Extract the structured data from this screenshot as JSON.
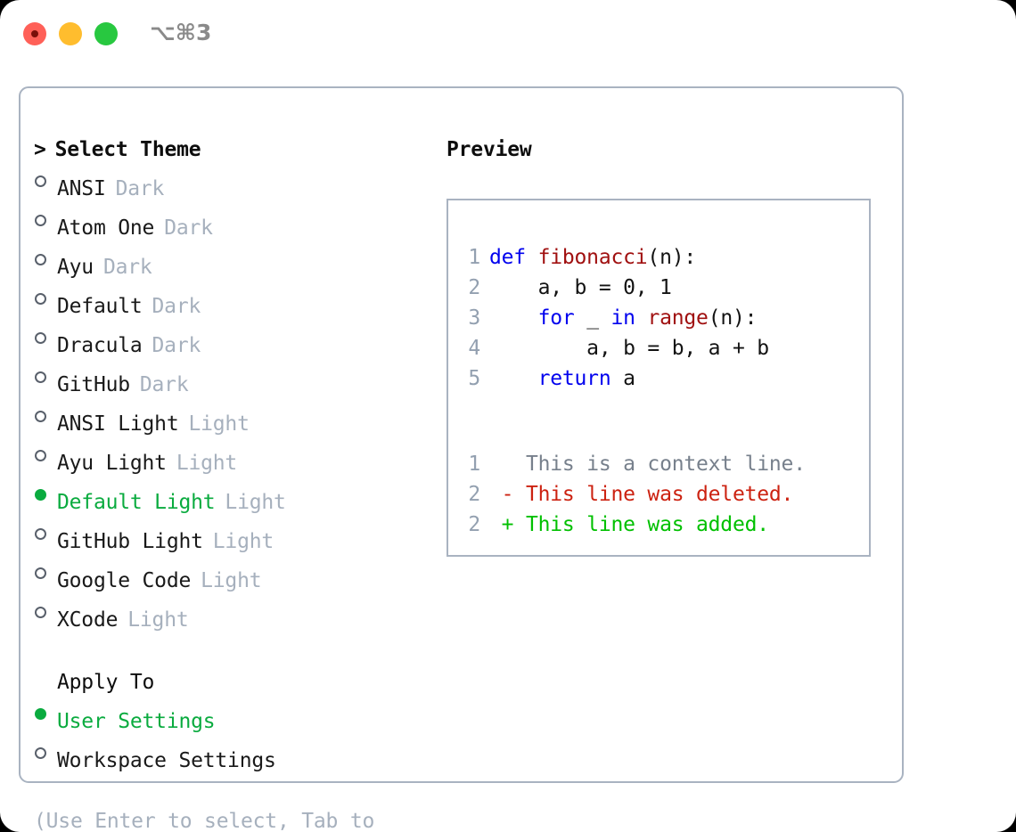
{
  "window": {
    "shortcut": "⌥⌘3",
    "traffic_lights": [
      {
        "name": "close",
        "color": "#ff6058"
      },
      {
        "name": "minimize",
        "color": "#ffbd2e"
      },
      {
        "name": "maximize",
        "color": "#28c840"
      }
    ]
  },
  "theme_picker": {
    "header": "Select Theme",
    "caret": ">",
    "items": [
      {
        "name": "ANSI",
        "tag": "Dark",
        "selected": false
      },
      {
        "name": "Atom One",
        "tag": "Dark",
        "selected": false
      },
      {
        "name": "Ayu",
        "tag": "Dark",
        "selected": false
      },
      {
        "name": "Default",
        "tag": "Dark",
        "selected": false
      },
      {
        "name": "Dracula",
        "tag": "Dark",
        "selected": false
      },
      {
        "name": "GitHub",
        "tag": "Dark",
        "selected": false
      },
      {
        "name": "ANSI Light",
        "tag": "Light",
        "selected": false
      },
      {
        "name": "Ayu Light",
        "tag": "Light",
        "selected": false
      },
      {
        "name": "Default Light",
        "tag": "Light",
        "selected": true
      },
      {
        "name": "GitHub Light",
        "tag": "Light",
        "selected": false
      },
      {
        "name": "Google Code",
        "tag": "Light",
        "selected": false
      },
      {
        "name": "XCode",
        "tag": "Light",
        "selected": false
      }
    ]
  },
  "apply_to": {
    "label": "Apply To",
    "options": [
      {
        "name": "User Settings",
        "selected": true
      },
      {
        "name": "Workspace Settings",
        "selected": false
      }
    ]
  },
  "hint": "(Use Enter to select, Tab to change focus)",
  "preview": {
    "title": "Preview",
    "code_lines": [
      {
        "no": "1",
        "tokens": [
          {
            "t": "def ",
            "c": "kw"
          },
          {
            "t": "fibonacci",
            "c": "fn"
          },
          {
            "t": "(n):",
            "c": "plain"
          }
        ]
      },
      {
        "no": "2",
        "tokens": [
          {
            "t": "    a, b = 0, 1",
            "c": "plain"
          }
        ]
      },
      {
        "no": "3",
        "tokens": [
          {
            "t": "    ",
            "c": "plain"
          },
          {
            "t": "for",
            "c": "kw"
          },
          {
            "t": " _ ",
            "c": "plain"
          },
          {
            "t": "in",
            "c": "kw"
          },
          {
            "t": " ",
            "c": "plain"
          },
          {
            "t": "range",
            "c": "fn"
          },
          {
            "t": "(n):",
            "c": "plain"
          }
        ]
      },
      {
        "no": "4",
        "tokens": [
          {
            "t": "        a, b = b, a + b",
            "c": "plain"
          }
        ]
      },
      {
        "no": "5",
        "tokens": [
          {
            "t": "    ",
            "c": "plain"
          },
          {
            "t": "return",
            "c": "kw"
          },
          {
            "t": " a",
            "c": "plain"
          }
        ]
      }
    ],
    "diff_lines": [
      {
        "no": "1",
        "marker": " ",
        "text": "This is a context line.",
        "kind": "ctx"
      },
      {
        "no": "2",
        "marker": "-",
        "text": "This line was deleted.",
        "kind": "del"
      },
      {
        "no": "2",
        "marker": "+",
        "text": "This line was added.",
        "kind": "add"
      }
    ]
  },
  "colors": {
    "accent_green": "#0aab3f",
    "diff_added": "#00c000",
    "diff_deleted": "#cc2211",
    "keyword_blue": "#0000ee",
    "function_red": "#a01010",
    "muted_gray": "#a6b0bd",
    "border": "#a9b3c1"
  }
}
